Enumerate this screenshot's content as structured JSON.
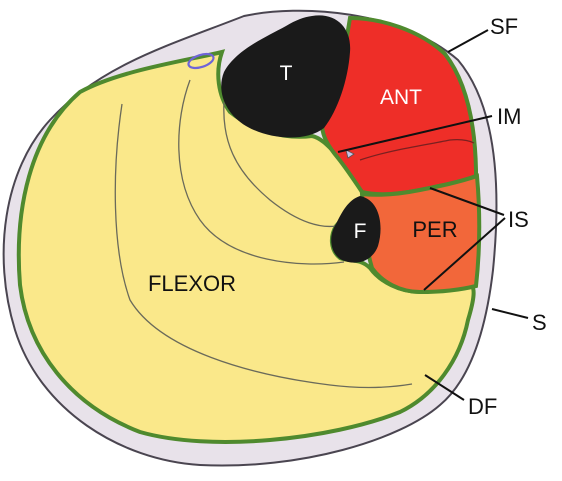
{
  "diagram": {
    "labels": {
      "sf": "SF",
      "im": "IM",
      "is": "IS",
      "s": "S",
      "df": "DF"
    },
    "regions": {
      "tibia": "T",
      "fibula": "F",
      "anterior": "ANT",
      "peroneal": "PER",
      "flexor": "FLEXOR"
    },
    "colors": {
      "skin": "#e8e2ea",
      "skin_outline": "#4a4550",
      "fascia": "#4f8a2e",
      "flexor": "#fae88a",
      "anterior": "#ee2e28",
      "peroneal": "#f2673a",
      "bone": "#1a1a1a",
      "vessel": "#6f64d8"
    }
  }
}
